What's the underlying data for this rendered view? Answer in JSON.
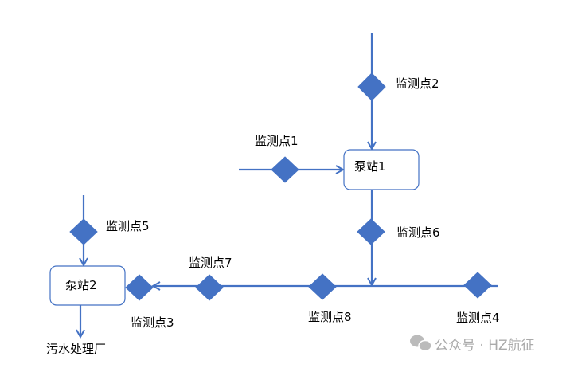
{
  "colors": {
    "accent": "#4472C4",
    "watermark": "#AAAAAA"
  },
  "stations": {
    "s1": "泵站1",
    "s2": "泵站2"
  },
  "points": {
    "p1": "监测点1",
    "p2": "监测点2",
    "p3": "监测点3",
    "p4": "监测点4",
    "p5": "监测点5",
    "p6": "监测点6",
    "p7": "监测点7",
    "p8": "监测点8"
  },
  "plant": "污水处理厂",
  "watermark": {
    "icon": "wechat-icon",
    "text": "公众号 · HZ航征"
  }
}
